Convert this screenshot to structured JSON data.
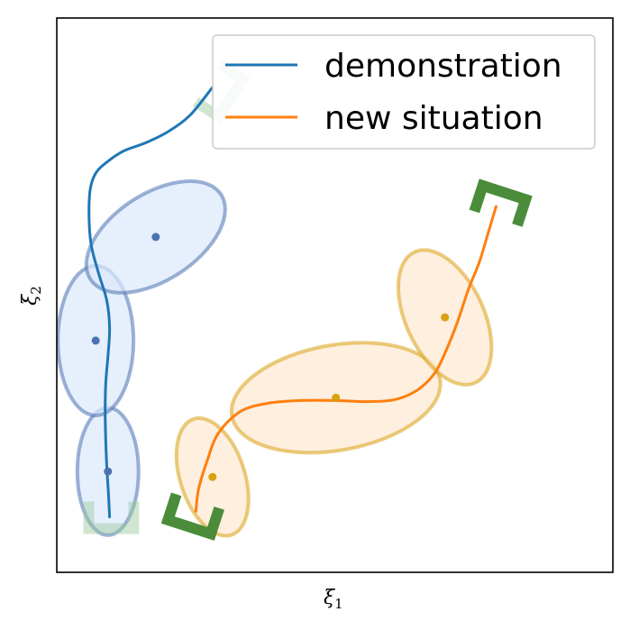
{
  "chart_data": {
    "type": "line",
    "xlabel": "ξ",
    "xlabel_sub": "1",
    "ylabel": "ξ",
    "ylabel_sub": "2",
    "xlim": [
      0,
      10
    ],
    "ylim": [
      0,
      10
    ],
    "grid": false,
    "ticks": false,
    "legend": {
      "placement": "top-right",
      "entries": [
        {
          "label": "demonstration",
          "color": "#1f77b4"
        },
        {
          "label": "new situation",
          "color": "#ff7f0e"
        }
      ]
    },
    "series": [
      {
        "name": "demonstration",
        "color": "#1f77b4",
        "x": [
          0.95,
          0.93,
          0.9,
          0.88,
          0.87,
          0.88,
          0.92,
          0.95,
          0.9,
          0.75,
          0.62,
          0.58,
          0.6,
          0.7,
          0.9,
          1.2,
          1.6,
          2.0,
          2.4,
          2.8
        ],
        "y": [
          1.0,
          1.4,
          1.9,
          2.4,
          2.9,
          3.4,
          3.9,
          4.4,
          4.9,
          5.4,
          5.9,
          6.4,
          6.9,
          7.2,
          7.4,
          7.6,
          7.75,
          7.95,
          8.25,
          8.75
        ]
      },
      {
        "name": "new situation",
        "color": "#ff7f0e",
        "x": [
          2.5,
          2.55,
          2.7,
          2.9,
          3.3,
          3.8,
          4.4,
          5.0,
          5.6,
          6.1,
          6.5,
          6.8,
          7.0,
          7.2,
          7.4,
          7.6,
          7.75,
          7.9
        ],
        "y": [
          1.1,
          1.5,
          2.0,
          2.5,
          2.9,
          3.05,
          3.1,
          3.1,
          3.08,
          3.12,
          3.3,
          3.6,
          4.0,
          4.5,
          5.1,
          5.6,
          6.1,
          6.6
        ]
      }
    ],
    "gaussians": [
      {
        "group": "demonstration",
        "cx": 0.92,
        "cy": 1.82,
        "rx": 0.55,
        "ry": 1.15,
        "angle": 0,
        "color": "#4c72b0",
        "fill": "#dce8fb"
      },
      {
        "group": "demonstration",
        "cx": 0.7,
        "cy": 4.18,
        "rx": 0.68,
        "ry": 1.35,
        "angle": 0,
        "color": "#4c72b0",
        "fill": "#dce8fb"
      },
      {
        "group": "demonstration",
        "cx": 1.78,
        "cy": 6.05,
        "rx": 1.4,
        "ry": 0.78,
        "angle": 33,
        "color": "#4c72b0",
        "fill": "#dce8fb"
      },
      {
        "group": "new situation",
        "cx": 2.8,
        "cy": 1.72,
        "rx": 0.58,
        "ry": 1.1,
        "angle": 18,
        "color": "#d9a012",
        "fill": "#fde8d0"
      },
      {
        "group": "new situation",
        "cx": 5.02,
        "cy": 3.15,
        "rx": 1.9,
        "ry": 0.95,
        "angle": 10,
        "color": "#d9a012",
        "fill": "#fde8d0"
      },
      {
        "group": "new situation",
        "cx": 6.98,
        "cy": 4.6,
        "rx": 0.7,
        "ry": 1.3,
        "angle": 25,
        "color": "#d9a012",
        "fill": "#fde8d0"
      }
    ],
    "centers": [
      {
        "x": 0.92,
        "y": 1.82,
        "color": "#4c72b0"
      },
      {
        "x": 0.7,
        "y": 4.18,
        "color": "#4c72b0"
      },
      {
        "x": 1.78,
        "y": 6.05,
        "color": "#4c72b0"
      },
      {
        "x": 2.8,
        "y": 1.72,
        "color": "#d9a012"
      },
      {
        "x": 5.02,
        "y": 3.15,
        "color": "#d9a012"
      },
      {
        "x": 6.98,
        "y": 4.6,
        "color": "#d9a012"
      }
    ],
    "frames": [
      {
        "label": "demo-start-frame",
        "x": 0.98,
        "y": 1.0,
        "angle": 0,
        "color": "#9ac79a",
        "opacity": 0.45
      },
      {
        "label": "demo-end-frame",
        "x": 2.95,
        "y": 8.68,
        "angle": -57,
        "color": "#9ac79a",
        "opacity": 0.45
      },
      {
        "label": "new-start-frame",
        "x": 2.45,
        "y": 1.02,
        "angle": 18,
        "color": "#4a8c3a",
        "opacity": 1
      },
      {
        "label": "new-end-frame",
        "x": 7.98,
        "y": 6.65,
        "angle": 198,
        "color": "#4a8c3a",
        "opacity": 1
      }
    ]
  }
}
